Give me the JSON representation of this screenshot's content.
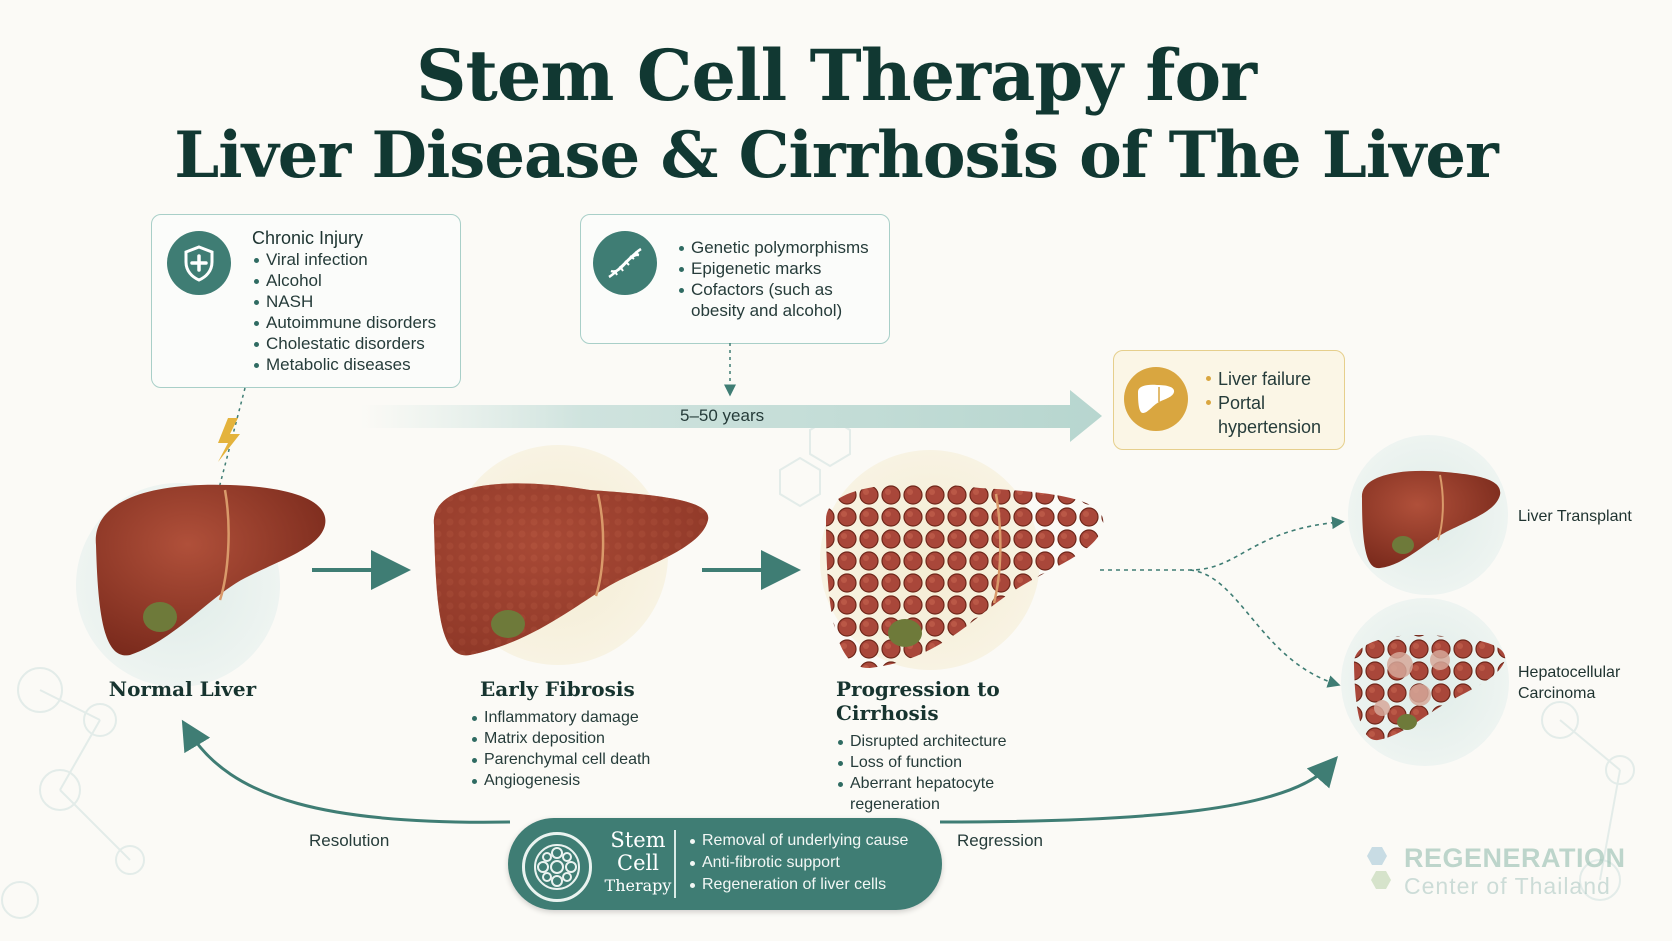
{
  "title": {
    "line1": "Stem Cell Therapy for",
    "line2": "Liver Disease & Cirrhosis of The Liver"
  },
  "chronic_injury": {
    "icon": "shield-plus-icon",
    "heading": "Chronic Injury",
    "items": [
      "Viral infection",
      "Alcohol",
      "NASH",
      "Autoimmune disorders",
      "Cholestatic disorders",
      "Metabolic diseases"
    ]
  },
  "genetic_factors": {
    "icon": "dna-icon",
    "items": [
      "Genetic polymorphisms",
      "Epigenetic marks",
      "Cofactors (such as obesity and alcohol)"
    ]
  },
  "timeline": {
    "label": "5–50 years"
  },
  "complications": {
    "icon": "liver-icon",
    "items": [
      "Liver failure",
      "Portal hypertension"
    ]
  },
  "stages": {
    "normal": {
      "label": "Normal Liver"
    },
    "fibrosis": {
      "label": "Early Fibrosis",
      "items": [
        "Inflammatory damage",
        "Matrix deposition",
        "Parenchymal cell death",
        "Angiogenesis"
      ]
    },
    "cirrhosis": {
      "label": "Progression to Cirrhosis",
      "items": [
        "Disrupted architecture",
        "Loss of function",
        "Aberrant hepatocyte regeneration"
      ]
    }
  },
  "outcomes": {
    "transplant": "Liver Transplant",
    "carcinoma": "Hepatocellular Carcinoma"
  },
  "therapy": {
    "icon": "cell-icon",
    "label": [
      "Stem",
      "Cell",
      "Therapy"
    ],
    "items": [
      "Removal of underlying cause",
      "Anti-fibrotic support",
      "Regeneration of liver cells"
    ]
  },
  "flow": {
    "resolution": "Resolution",
    "regression": "Regression"
  },
  "logo": {
    "line1": "REGENERATION",
    "line2": "Center of Thailand"
  },
  "colors": {
    "teal": "#3f7d74",
    "gold": "#d9a640",
    "liver": "#8e3424"
  }
}
